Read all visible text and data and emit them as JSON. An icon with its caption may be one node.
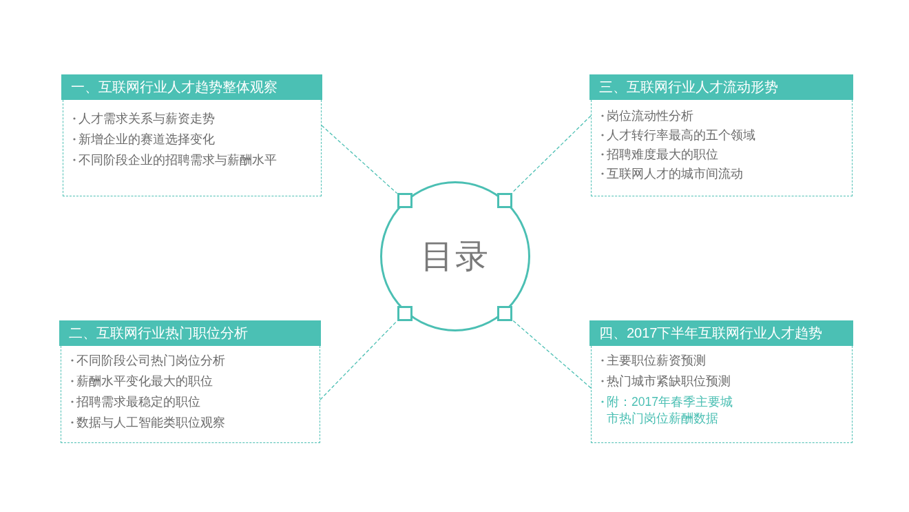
{
  "diagram": {
    "nodes": [
      {
        "text": [
          "一、互联网行业人才趋势整体观察",
          "人才需求关系与薪资走势",
          "新增企业的赛道选择变化",
          "不同阶段企业的招聘需求与薪酬水平"
        ]
      },
      {
        "text": [
          "三、互联网行业人才流动形势",
          "岗位流动性分析",
          "人才转行率最高的五个领域",
          "招聘难度最大的职位",
          "互联网人才的城市间流动"
        ]
      },
      {
        "text": [
          "目录"
        ]
      },
      {
        "text": [],
        "shape": "box",
        "in": 2
      },
      {
        "text": [],
        "shape": "box",
        "in": 2
      },
      {
        "text": [],
        "shape": "box",
        "in": 2
      },
      {
        "text": [],
        "shape": "box",
        "in": 2
      },
      {
        "text": [
          "二、互联网行业热门职位分析",
          "不同阶段公司热门岗位分析",
          "薪酬水平变化最大的职位",
          "招聘需求最稳定的职位",
          "数据与人工智能类职位观察"
        ]
      },
      {
        "text": [
          "四、2017下半年互联网行业人才趋势",
          "主要职位薪资预测",
          "热门城市紧缺职位预测",
          "附：2017年春季主要城市热门岗位薪酬数据"
        ]
      }
    ],
    "edges": [
      {
        "from": 0,
        "to": 3,
        "arrow": "none",
        "style": "dashed"
      },
      {
        "from": 1,
        "to": 4,
        "arrow": "none",
        "style": "dashed"
      },
      {
        "from": 7,
        "to": 5,
        "arrow": "none",
        "style": "dashed"
      },
      {
        "from": 8,
        "to": 6,
        "arrow": "none",
        "style": "dashed"
      }
    ]
  }
}
